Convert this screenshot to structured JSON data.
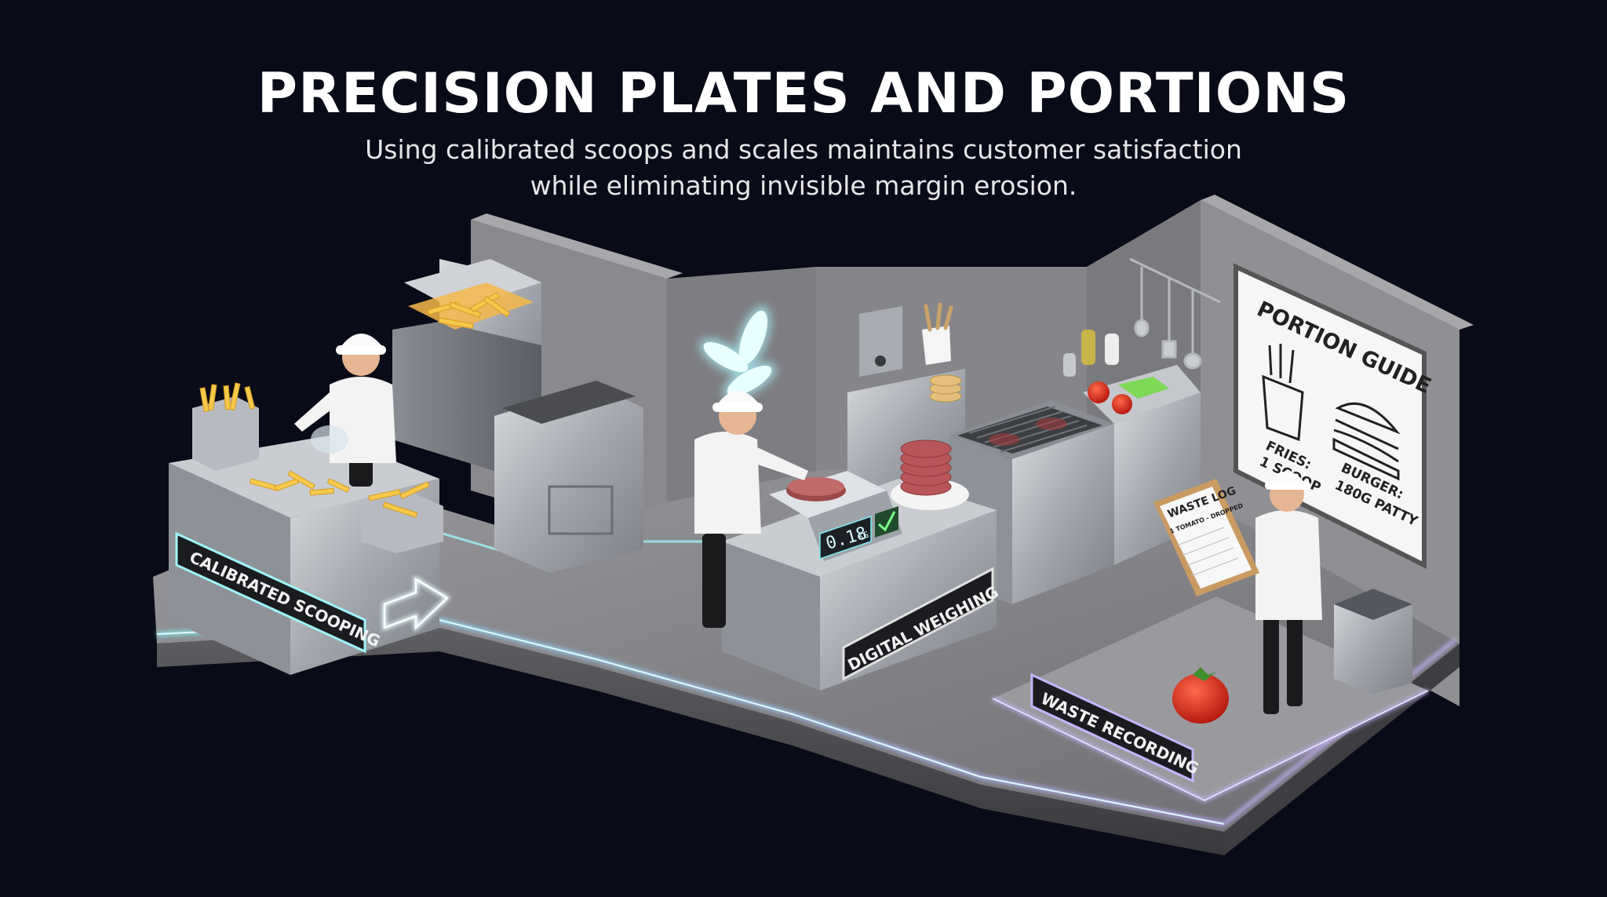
{
  "header": {
    "title": "PRECISION PLATES AND PORTIONS",
    "subtitle_line1": "Using calibrated scoops and scales maintains customer satisfaction",
    "subtitle_line2": "while eliminating invisible margin erosion."
  },
  "stations": {
    "scooping_label": "CALIBRATED SCOOPING",
    "weighing_label": "DIGITAL WEIGHING",
    "waste_label": "WASTE RECORDING"
  },
  "scale": {
    "readout": "0.18",
    "unit": "KG"
  },
  "portion_guide": {
    "title": "PORTION GUIDE",
    "fries_label_1": "FRIES:",
    "fries_label_2": "1 SCOOP",
    "burger_label_1": "BURGER:",
    "burger_label_2": "180G PATTY"
  },
  "clipboard": {
    "title": "WASTE LOG",
    "entry": "1 TOMATO - DROPPED"
  },
  "colors": {
    "background": "#0a0b18",
    "glow_cyan": "#7fe9f0",
    "glow_violet": "#b9a4f5",
    "steel": "#b9bcc2",
    "concrete": "#8c8c90"
  }
}
